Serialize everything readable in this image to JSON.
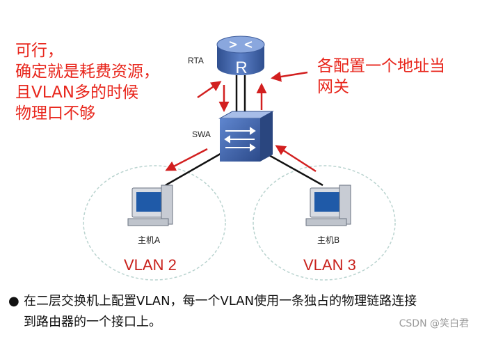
{
  "annotations": {
    "left_lines": [
      "可行，",
      "确定就是耗费资源，",
      "且VLAN多的时候",
      "物理口不够"
    ],
    "right_lines": [
      "各配置一个地址当",
      "网关"
    ]
  },
  "devices": {
    "router_label": "RTA",
    "router_glyph": "R",
    "switch_label": "SWA"
  },
  "hosts": [
    {
      "label": "主机A",
      "vlan": "VLAN 2"
    },
    {
      "label": "主机B",
      "vlan": "VLAN 3"
    }
  ],
  "bullet": {
    "line1": "在二层交换机上配置VLAN，每一个VLAN使用一条独占的物理链路连接",
    "line2": "到路由器的一个接口上。"
  },
  "watermark": "CSDN @笑白君",
  "colors": {
    "annotation": "#e8261c",
    "router_top": "#5a7fc4",
    "switch": "#3b5ea8",
    "vlan_text": "#c8201b"
  }
}
